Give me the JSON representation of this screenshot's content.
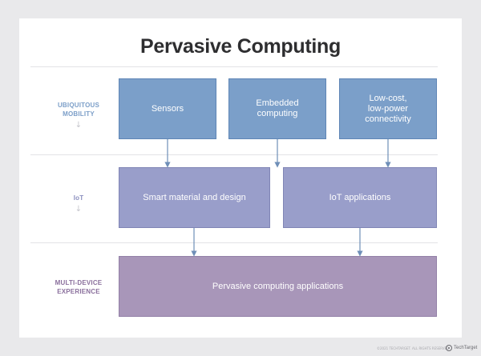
{
  "title": "Pervasive Computing",
  "rows": [
    {
      "label": "UBIQUITOUS\nMOBILITY",
      "color": "#7b9ec8",
      "arrow": "↓"
    },
    {
      "label": "IoT",
      "color": "#8b8fbf",
      "arrow": "↓"
    },
    {
      "label": "MULTI-DEVICE\nEXPERIENCE",
      "color": "#8a6f9c"
    }
  ],
  "boxes": {
    "sensors": "Sensors",
    "embedded": "Embedded\ncomputing",
    "connectivity": "Low-cost,\nlow-power\nconnectivity",
    "smart_material": "Smart material and design",
    "iot_apps": "IoT applications",
    "pervasive_apps": "Pervasive computing applications"
  },
  "colors": {
    "top_row_fill": "#7b9fc9",
    "middle_row_fill": "#999eca",
    "bottom_row_fill": "#a896b9",
    "connector": "#6f8fb8"
  },
  "footer": {
    "credit": "©2021 TECHTARGET. ALL RIGHTS RESERVED",
    "brand": "TechTarget"
  }
}
